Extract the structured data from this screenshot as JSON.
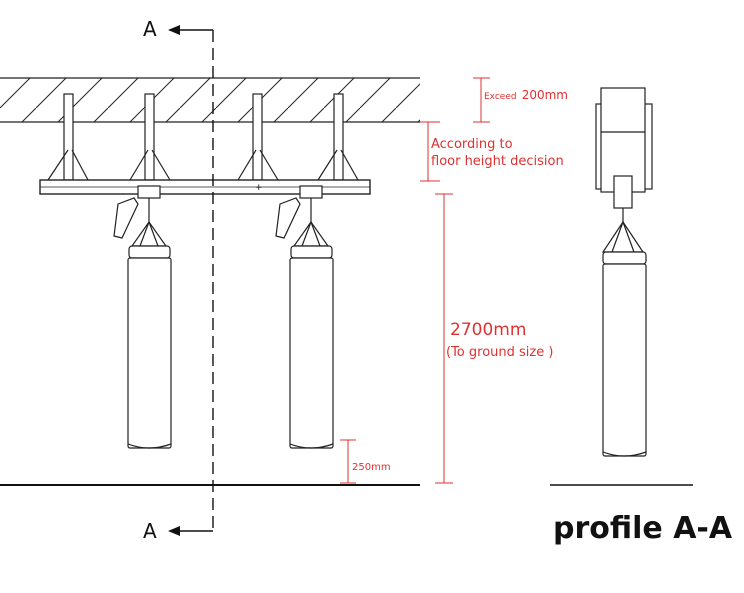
{
  "section_marker": "A",
  "section_marker_bottom": "A",
  "dim_exceed": {
    "prefix": "Exceed",
    "value": "200mm"
  },
  "dim_floor_height": {
    "line1": "According to",
    "line2": "floor height decision"
  },
  "dim_ground": {
    "value": "2700mm",
    "note": "(To ground size )"
  },
  "dim_clearance": "250mm",
  "profile_title": "profile A-A",
  "colors": {
    "dimension": "#e03030",
    "line": "#111111"
  }
}
